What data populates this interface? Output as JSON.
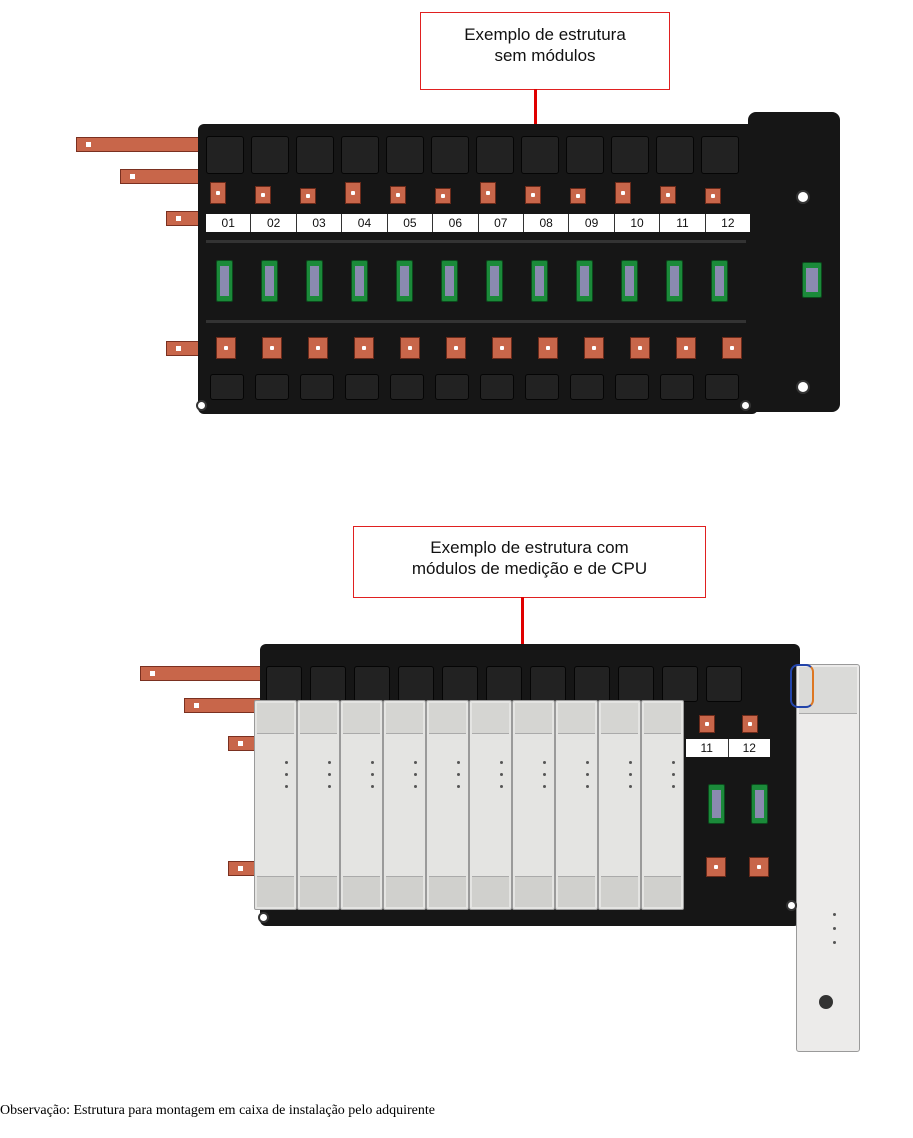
{
  "callout_top": {
    "line1": "Exemplo de estrutura",
    "line2": "sem módulos"
  },
  "callout_bottom": {
    "line1": "Exemplo de estrutura com",
    "line2": "módulos de medição e de CPU"
  },
  "top_structure": {
    "position_labels": [
      "01",
      "02",
      "03",
      "04",
      "05",
      "06",
      "07",
      "08",
      "09",
      "10",
      "11",
      "12"
    ]
  },
  "bottom_structure": {
    "position_labels": [
      "11",
      "12"
    ],
    "installed_modules": 10
  },
  "colors": {
    "callout_border": "#e02020",
    "leader_line": "#e00000",
    "frame": "#161616",
    "copper": "#c8664a",
    "terminal_green": "#1b8a3a",
    "module_body": "#e4e4e2"
  },
  "note": "Observação: Estrutura para montagem em caixa de instalação pelo adquirente"
}
